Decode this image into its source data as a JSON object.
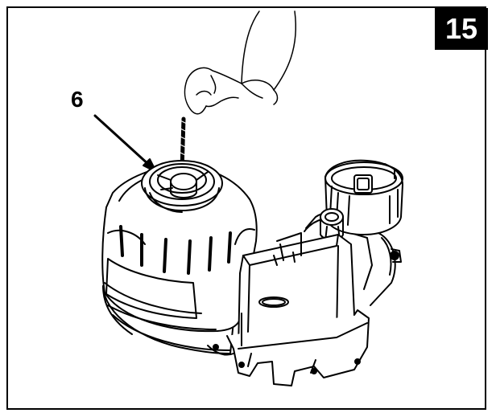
{
  "step_number": "15",
  "callout": {
    "label": "6"
  },
  "brand_plate": {
    "icon": "brand-logo-plate"
  }
}
